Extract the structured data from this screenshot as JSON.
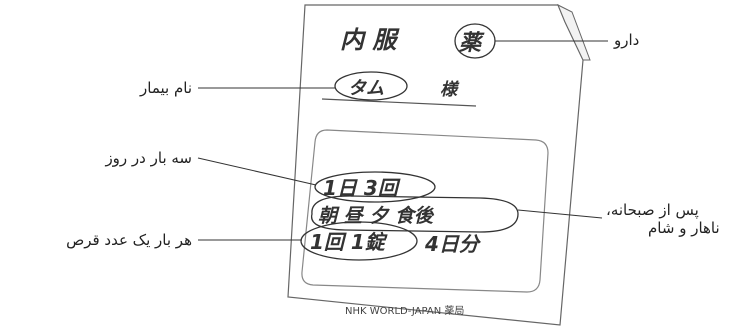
{
  "envelope": {
    "title": "内 服",
    "kanji_circled": "薬",
    "patient_name": "タム",
    "honorific": "様",
    "frequency": "1日 3回",
    "timing": "朝  昼  夕  食後",
    "dose_circled": "1回 1錠",
    "days": "4日分",
    "footer": "NHK WORLD-JAPAN 薬局"
  },
  "annotations": {
    "medicine": "دارو",
    "patient_name": "نام بیمار",
    "three_times_a_day": "سه بار در روز",
    "one_tablet_each_time": "هر بار یک عدد قرص",
    "after_meals_line1": "پس از صبحانه،",
    "after_meals_line2": "ناهار و شام"
  }
}
